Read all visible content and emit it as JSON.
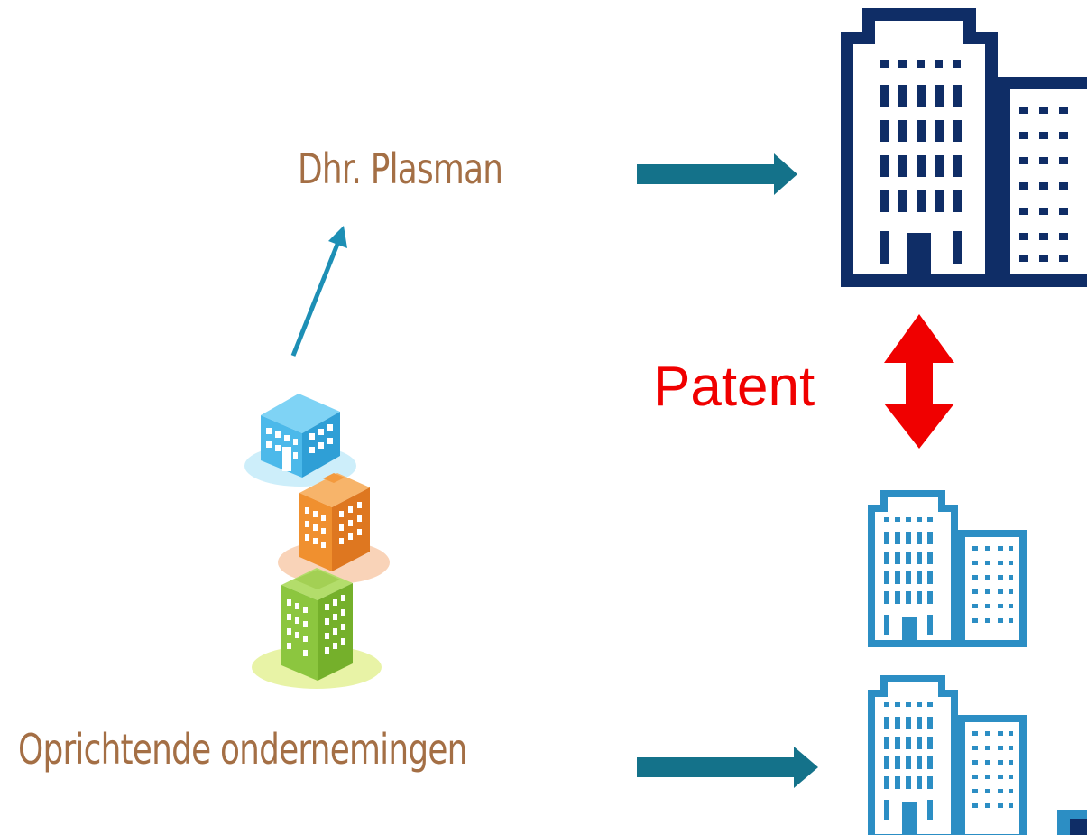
{
  "labels": {
    "person": "Dhr. Plasman",
    "founders": "Oprichtende ondernemingen",
    "patent": "Patent"
  },
  "icons": {
    "large_building": "office-building-icon",
    "small_buildings": "office-building-icon",
    "stacked_buildings": "isometric-building-stack-icon"
  },
  "colors": {
    "label_text": "#a46f45",
    "patent_text": "#f00000",
    "horizontal_arrows": "#14728a",
    "diagonal_arrow": "#1d8fb5",
    "double_arrow": "#f00000",
    "large_building": "#0f2d66",
    "small_buildings": "#2c8ec4",
    "building_blue": "#4cb9ea",
    "building_orange": "#ef8a2e",
    "building_green": "#8cc63f"
  }
}
